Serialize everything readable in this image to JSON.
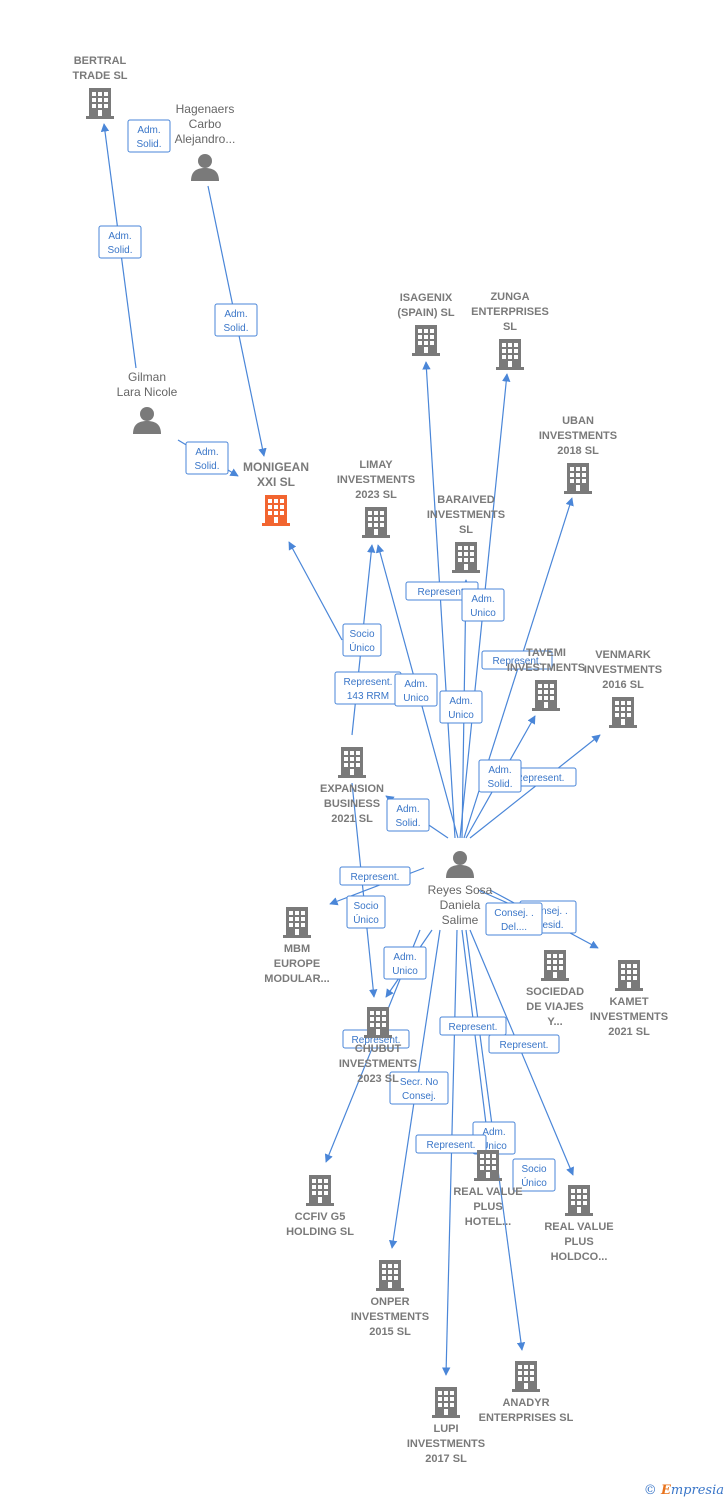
{
  "colors": {
    "edge": "#4a86d8",
    "company": "#7a7a7a",
    "focus_company": "#f26530",
    "person": "#7a7a7a"
  },
  "footer": {
    "copyright": "©",
    "brand_initial": "E",
    "brand_rest": "mpresia"
  },
  "nodes": [
    {
      "id": "bertral",
      "type": "company",
      "lines": [
        "BERTRAL",
        "TRADE SL"
      ]
    },
    {
      "id": "hagenaers",
      "type": "person",
      "lines": [
        "Hagenaers",
        "Carbo",
        "Alejandro..."
      ]
    },
    {
      "id": "gilman",
      "type": "person",
      "lines": [
        "Gilman",
        "Lara Nicole"
      ]
    },
    {
      "id": "monigean",
      "type": "focus",
      "lines": [
        "MONIGEAN",
        "XXI  SL"
      ]
    },
    {
      "id": "limay",
      "type": "company",
      "lines": [
        "LIMAY",
        "INVESTMENTS",
        "2023  SL"
      ]
    },
    {
      "id": "isagenix",
      "type": "company",
      "lines": [
        "ISAGENIX",
        "(SPAIN)  SL"
      ]
    },
    {
      "id": "zunga",
      "type": "company",
      "lines": [
        "ZUNGA",
        "ENTERPRISES",
        "SL"
      ]
    },
    {
      "id": "uban",
      "type": "company",
      "lines": [
        "UBAN",
        "INVESTMENTS",
        "2018  SL"
      ]
    },
    {
      "id": "baraived",
      "type": "company",
      "lines": [
        "BARAIVED",
        "INVESTMENTS",
        "SL"
      ]
    },
    {
      "id": "tavemi",
      "type": "company",
      "lines": [
        "TAVEMI",
        "INVESTMENTS"
      ]
    },
    {
      "id": "venmark",
      "type": "company",
      "lines": [
        "VENMARK",
        "INVESTMENTS",
        "2016  SL"
      ]
    },
    {
      "id": "expansion",
      "type": "company",
      "lines": [
        "EXPANSION",
        "BUSINESS",
        "2021  SL"
      ]
    },
    {
      "id": "reyes",
      "type": "person",
      "lines": [
        "Reyes Sosa",
        "Daniela",
        "Salime"
      ]
    },
    {
      "id": "mbm",
      "type": "company",
      "lines": [
        "MBM",
        "EUROPE",
        "MODULAR..."
      ]
    },
    {
      "id": "sociedad",
      "type": "company",
      "lines": [
        "SOCIEDAD",
        "DE VIAJES",
        "Y..."
      ]
    },
    {
      "id": "kamet",
      "type": "company",
      "lines": [
        "KAMET",
        "INVESTMENTS",
        "2021  SL"
      ]
    },
    {
      "id": "chubut",
      "type": "company",
      "lines": [
        "CHUBUT",
        "INVESTMENTS",
        "2023  SL"
      ]
    },
    {
      "id": "ccfiv",
      "type": "company",
      "lines": [
        "CCFIV G5",
        "HOLDING  SL"
      ]
    },
    {
      "id": "realhotel",
      "type": "company",
      "lines": [
        "REAL VALUE",
        "PLUS",
        "HOTEL..."
      ]
    },
    {
      "id": "realholdco",
      "type": "company",
      "lines": [
        "REAL VALUE",
        "PLUS",
        "HOLDCO..."
      ]
    },
    {
      "id": "onper",
      "type": "company",
      "lines": [
        "ONPER",
        "INVESTMENTS",
        "2015  SL"
      ]
    },
    {
      "id": "anadyr",
      "type": "company",
      "lines": [
        "ANADYR",
        "ENTERPRISES SL"
      ]
    },
    {
      "id": "lupi",
      "type": "company",
      "lines": [
        "LUPI",
        "INVESTMENTS",
        "2017  SL"
      ]
    }
  ],
  "roles": [
    [
      "Adm.",
      "Solid."
    ],
    [
      "Adm.",
      "Solid."
    ],
    [
      "Adm.",
      "Solid."
    ],
    [
      "Adm.",
      "Solid."
    ],
    [
      "Represent."
    ],
    [
      "Adm.",
      "Unico"
    ],
    [
      "Represent."
    ],
    [
      "Socio",
      "Único"
    ],
    [
      "Represent.",
      "143 RRM"
    ],
    [
      "Adm.",
      "Unico"
    ],
    [
      "Adm.",
      "Unico"
    ],
    [
      "Represent."
    ],
    [
      "Adm.",
      "Solid."
    ],
    [
      "Adm.",
      "Solid."
    ],
    [
      "Represent."
    ],
    [
      "Socio",
      "Único"
    ],
    [
      "Consej. .",
      "Presid."
    ],
    [
      "Consej. .",
      "Del...."
    ],
    [
      "Adm.",
      "Unico"
    ],
    [
      "Represent."
    ],
    [
      "Represent."
    ],
    [
      "Represent."
    ],
    [
      "Secr.  No",
      "Consej."
    ],
    [
      "Adm.",
      "Unico"
    ],
    [
      "Represent."
    ],
    [
      "Socio",
      "Único"
    ]
  ]
}
